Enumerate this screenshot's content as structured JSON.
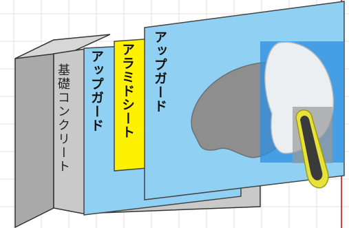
{
  "layers": {
    "concrete": {
      "label": "基礎コンクリート",
      "color": "#c8c8c8"
    },
    "guard_back": {
      "label": "アップガード",
      "color": "#8ecff2"
    },
    "aramid_sheet": {
      "label": "アラミドシート",
      "color": "#fff200"
    },
    "guard_front": {
      "label": "アップガード",
      "color": "#8ecff2"
    }
  },
  "objects": {
    "rock": {
      "color": "#8e8e8e"
    },
    "impactor_blade": {
      "color": "#f2f2f2"
    },
    "impactor_handle": {
      "color": "#e6e23a"
    },
    "highlight_box": {
      "color": "#2d8fe0"
    }
  },
  "background": {
    "grid_color": "#e9d8d8",
    "edge_line_color": "#d94040"
  }
}
